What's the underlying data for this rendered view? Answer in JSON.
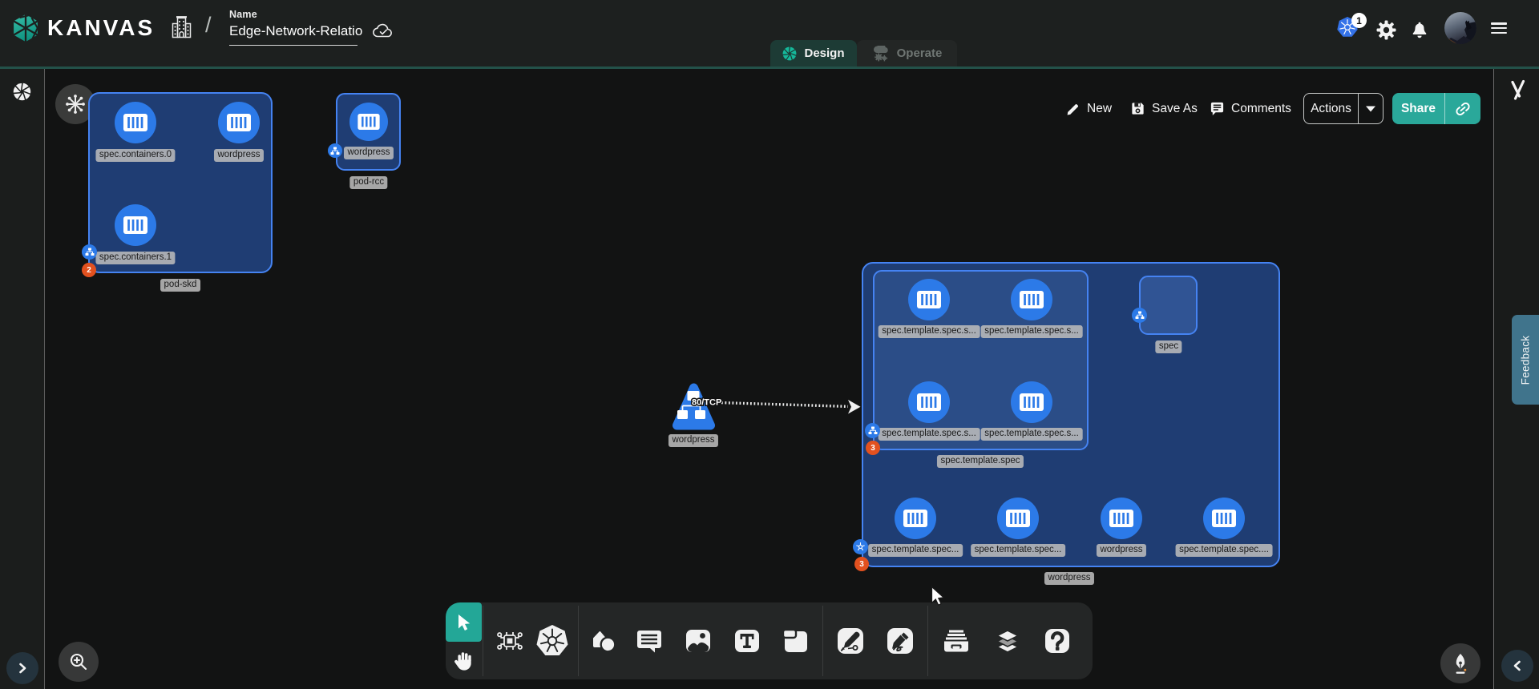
{
  "app": {
    "logo_text": "KANVAS"
  },
  "header": {
    "breadcrumb_separator": "/",
    "name_label": "Name",
    "name_value": "Edge-Network-Relatio",
    "tabs": {
      "design": "Design",
      "operate": "Operate"
    },
    "kubernetes_badge_count": "1"
  },
  "actionbar": {
    "new_label": "New",
    "save_as_label": "Save As",
    "comments_label": "Comments",
    "actions_label": "Actions",
    "share_label": "Share"
  },
  "right_rail": {
    "feedback_label": "Feedback"
  },
  "graph": {
    "edge_label": "80/TCP",
    "pod_skd": {
      "label": "pod-skd",
      "error_count": "2",
      "containers": [
        "spec.containers.0",
        "wordpress",
        "spec.containers.1"
      ]
    },
    "pod_rcc": {
      "label": "pod-rcc",
      "containers": [
        "wordpress"
      ]
    },
    "service": {
      "label": "wordpress"
    },
    "deployment": {
      "label": "wordpress",
      "error_count": "3",
      "spec_label": "spec",
      "template": {
        "label": "spec.template.spec",
        "error_count": "3",
        "containers": [
          "spec.template.spec.s...",
          "spec.template.spec.s...",
          "spec.template.spec.s...",
          "spec.template.spec.s..."
        ]
      },
      "containers": [
        "spec.template.spec...",
        "spec.template.spec...",
        "wordpress",
        "spec.template.spec...."
      ]
    }
  },
  "colors": {
    "accent_teal": "#2aa89a",
    "node_blue": "#2c7ae8",
    "group_fill": "#1f3d73",
    "group_border": "#4583f2",
    "error_orange": "#e2511f",
    "feedback_blue": "#40748c"
  }
}
